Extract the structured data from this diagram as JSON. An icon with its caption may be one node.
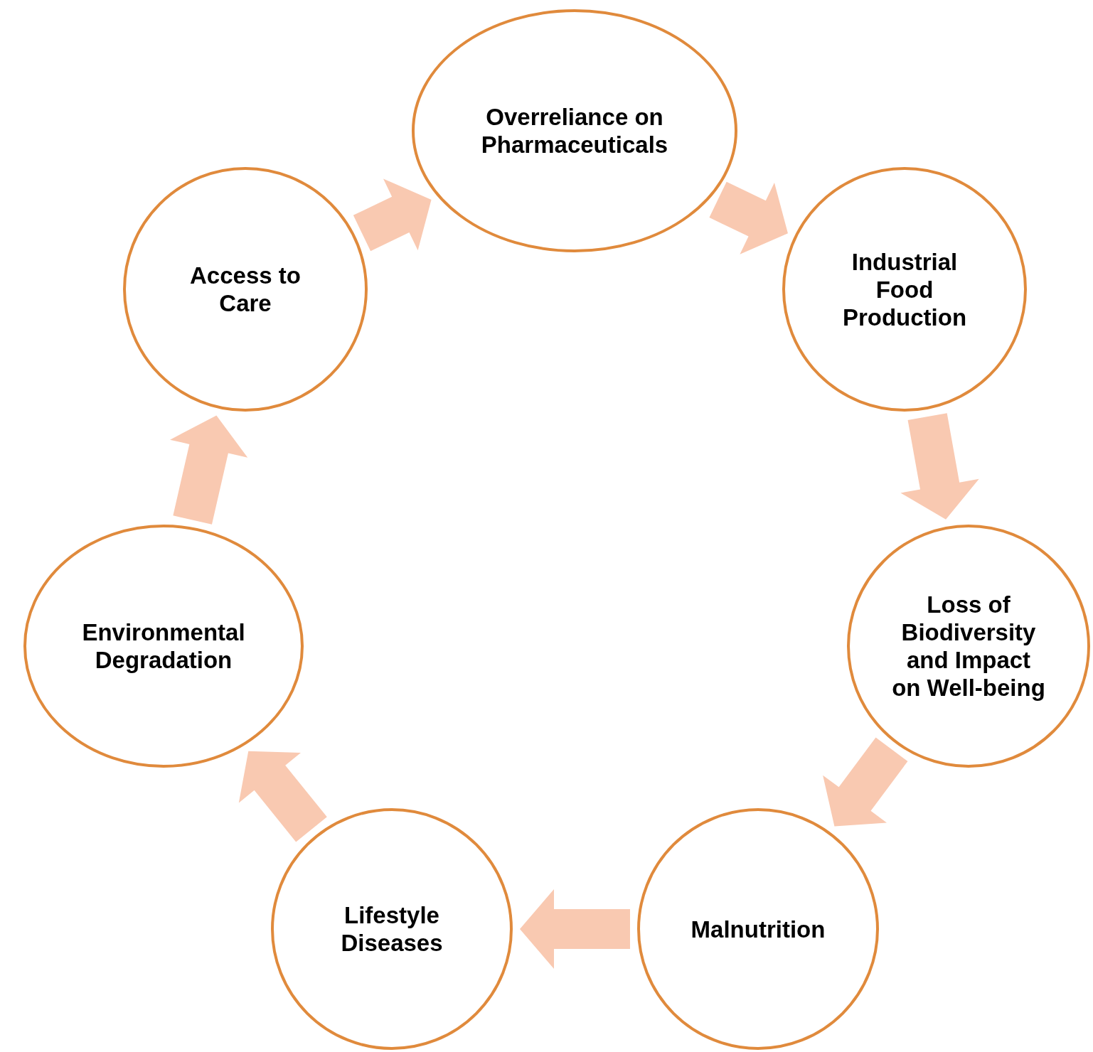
{
  "diagram": {
    "nodes": [
      {
        "text": [
          "Overreliance on Pharmaceuticals"
        ]
      },
      {
        "text": [
          "Industrial Food Production"
        ]
      },
      {
        "text": [
          "Loss of Biodiversity and Impact on Well-being"
        ]
      },
      {
        "text": [
          "Malnutrition"
        ]
      },
      {
        "text": [
          "Lifestyle Diseases"
        ]
      },
      {
        "text": [
          "Environmental Degradation"
        ]
      },
      {
        "text": [
          "Access to Care"
        ]
      }
    ],
    "edges": [
      {
        "from": 6,
        "to": 0,
        "arrow": "to"
      },
      {
        "from": 0,
        "to": 1,
        "arrow": "to"
      },
      {
        "from": 1,
        "to": 2,
        "arrow": "to"
      },
      {
        "from": 2,
        "to": 3,
        "arrow": "to"
      },
      {
        "from": 3,
        "to": 4,
        "arrow": "to"
      },
      {
        "from": 4,
        "to": 5,
        "arrow": "to"
      },
      {
        "from": 5,
        "to": 6,
        "arrow": "to"
      }
    ]
  }
}
